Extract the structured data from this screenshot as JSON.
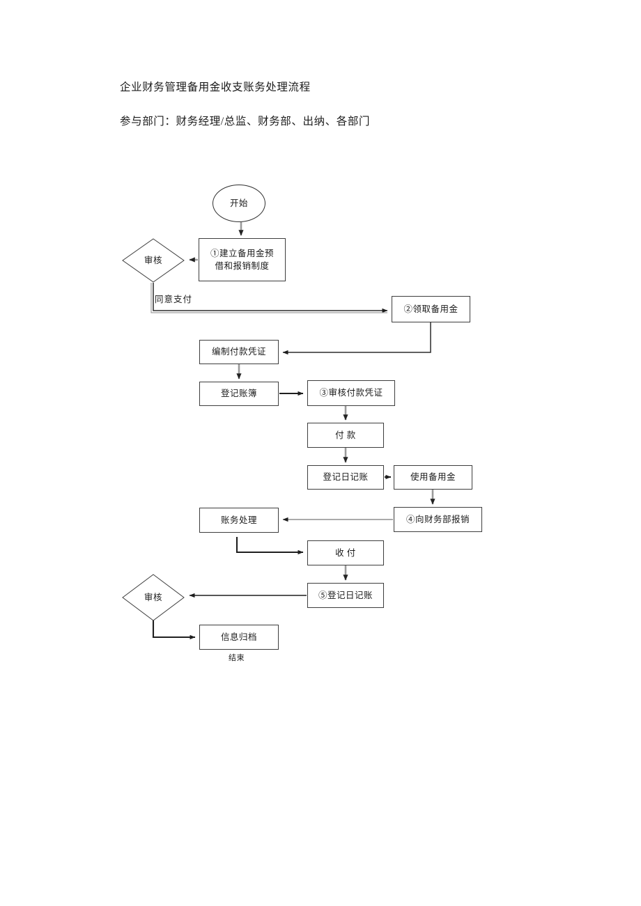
{
  "document": {
    "title": "企业财务管理备用金收支账务处理流程",
    "departments_line": "参与部门：财务经理/总监、财务部、出纳、各部门"
  },
  "colors": {
    "page_background": "#ffffff",
    "text": "#1b1b1b",
    "node_border": "#3d3d3d",
    "connector_gray": "#8c8c8c",
    "connector_dark": "#222222"
  },
  "flowchart": {
    "type": "process-flow",
    "nodes": [
      {
        "id": "start",
        "shape": "ellipse",
        "label": "开始"
      },
      {
        "id": "step1",
        "shape": "rectangle",
        "label": "①建立备用金预借和报销制度",
        "line1": "①建立备用金预",
        "line2": "借和报销制度"
      },
      {
        "id": "review1",
        "shape": "diamond",
        "label": "审核"
      },
      {
        "id": "step2",
        "shape": "rectangle",
        "label": "②领取备用金"
      },
      {
        "id": "voucher",
        "shape": "rectangle",
        "label": "编制付款凭证"
      },
      {
        "id": "ledger",
        "shape": "rectangle",
        "label": "登记账簿"
      },
      {
        "id": "step3",
        "shape": "rectangle",
        "label": "③审核付款凭证"
      },
      {
        "id": "payment",
        "shape": "rectangle",
        "label": "付     款"
      },
      {
        "id": "journal1",
        "shape": "rectangle",
        "label": "登记日记账"
      },
      {
        "id": "usefund",
        "shape": "rectangle",
        "label": "使用备用金"
      },
      {
        "id": "step4",
        "shape": "rectangle",
        "label": "④向财务部报销"
      },
      {
        "id": "accounting",
        "shape": "rectangle",
        "label": "账务处理"
      },
      {
        "id": "receivepay",
        "shape": "rectangle",
        "label": "收  付"
      },
      {
        "id": "step5",
        "shape": "rectangle",
        "label": "⑤登记日记账"
      },
      {
        "id": "review2",
        "shape": "diamond",
        "label": "审核"
      },
      {
        "id": "archive",
        "shape": "rectangle",
        "label": "信息归档"
      }
    ],
    "edge_labels": [
      {
        "id": "agree-pay",
        "label": "同意支付"
      }
    ],
    "captions": [
      {
        "id": "end-caption",
        "label": "结束"
      }
    ]
  }
}
